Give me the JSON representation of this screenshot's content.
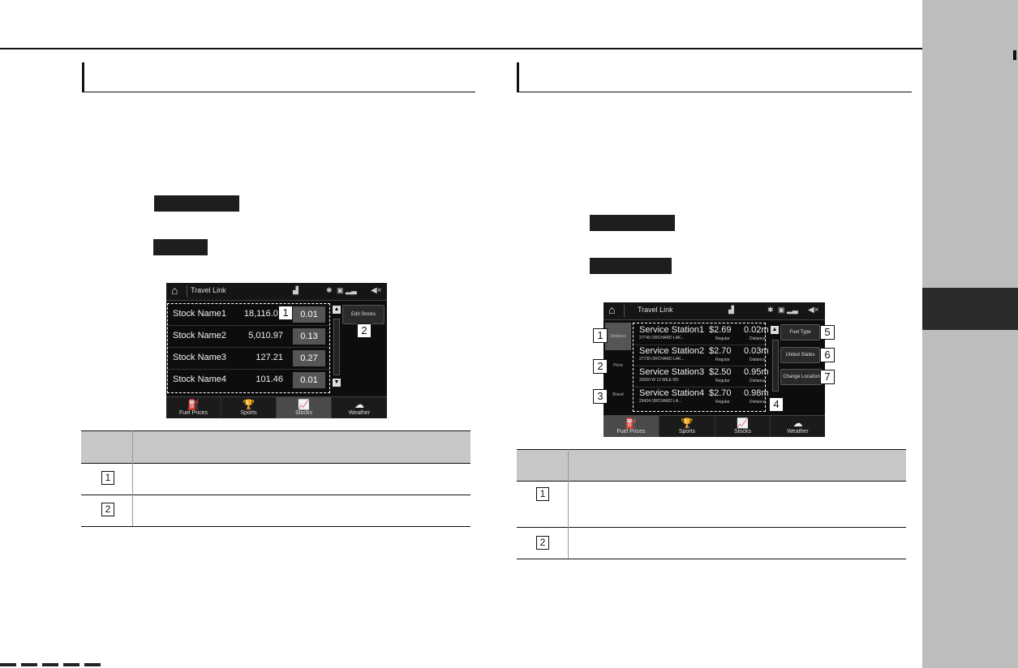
{
  "left_screen": {
    "app_title": "Travel Link",
    "edit_button": "Edit Stocks",
    "callouts": [
      "1",
      "2"
    ],
    "stocks": [
      {
        "name": "Stock Name1",
        "value": "18,116.04",
        "change": "0.01"
      },
      {
        "name": "Stock Name2",
        "value": "5,010.97",
        "change": "0.13"
      },
      {
        "name": "Stock Name3",
        "value": "127.21",
        "change": "0.27"
      },
      {
        "name": "Stock Name4",
        "value": "101.46",
        "change": "0.01"
      }
    ],
    "tabs": [
      "Fuel Prices",
      "Sports",
      "Stocks",
      "Weather"
    ],
    "active_tab": "Stocks"
  },
  "right_screen": {
    "app_title": "Travel Link",
    "sort_buttons": [
      "Distance",
      "Price",
      "Brand"
    ],
    "side_buttons": [
      "Fuel Type",
      "United States",
      "Change Location"
    ],
    "callouts": [
      "1",
      "2",
      "3",
      "4",
      "5",
      "6",
      "7"
    ],
    "stations": [
      {
        "name": "Service Station1",
        "address": "27745 ORCHARD LAK...",
        "price": "$2.69",
        "price_label": "Regular",
        "distance": "0.02m",
        "distance_label": "Distance"
      },
      {
        "name": "Service Station2",
        "address": "27730 ORCHARD LAK...",
        "price": "$2.70",
        "price_label": "Regular",
        "distance": "0.03m",
        "distance_label": "Distance"
      },
      {
        "name": "Service Station3",
        "address": "33350 W 12 MILE RD",
        "price": "$2.50",
        "price_label": "Regular",
        "distance": "0.95m",
        "distance_label": "Distance"
      },
      {
        "name": "Service Station4",
        "address": "29434 ORCHARD LA...",
        "price": "$2.70",
        "price_label": "Regular",
        "distance": "0.98m",
        "distance_label": "Distance"
      }
    ],
    "tabs": [
      "Fuel Prices",
      "Sports",
      "Stocks",
      "Weather"
    ],
    "active_tab": "Fuel Prices"
  },
  "left_table": {
    "rows": [
      "1",
      "2"
    ]
  },
  "right_table": {
    "rows": [
      "1",
      "2"
    ]
  },
  "colors": {
    "sidebar": "#bdbdbd",
    "sidebar_tab": "#2a2a2a",
    "table_header": "#c7c7c7"
  }
}
